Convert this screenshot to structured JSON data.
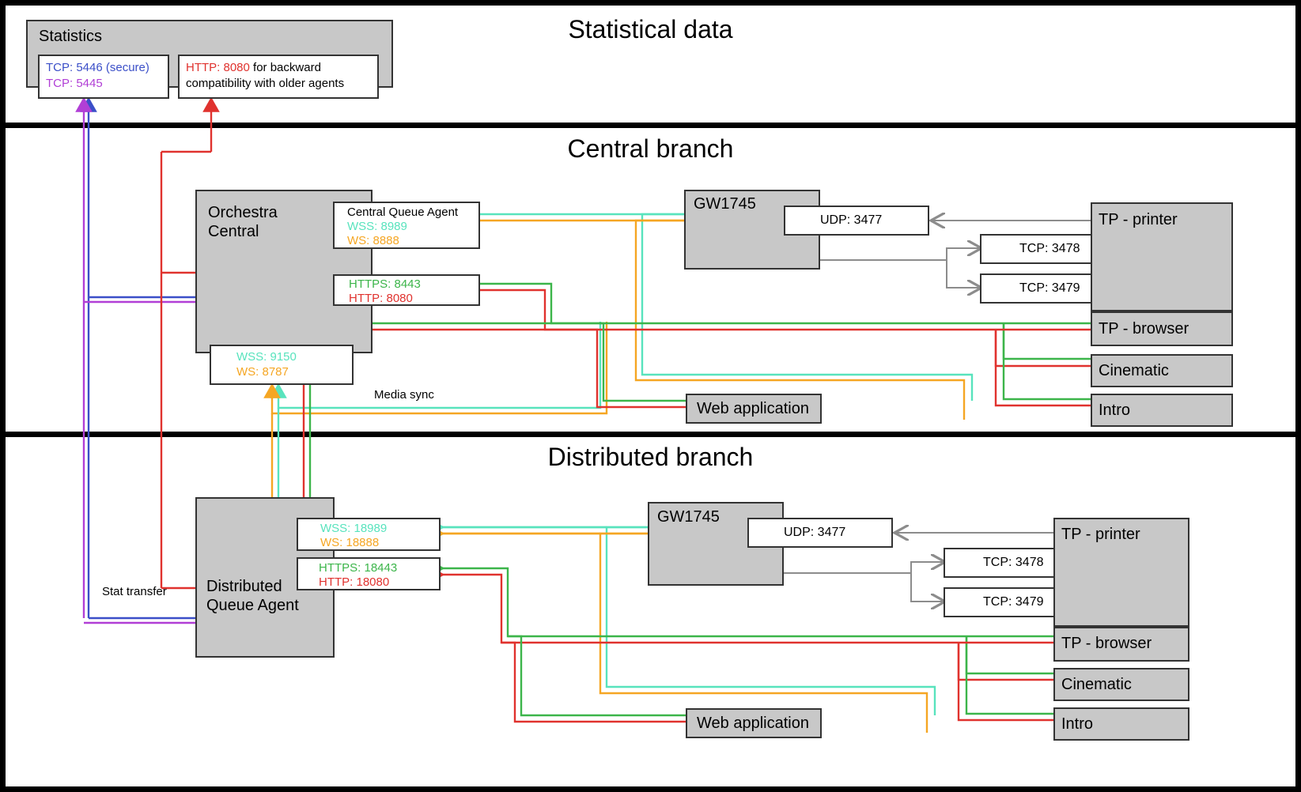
{
  "colors": {
    "blue": "#3b4fc8",
    "purple": "#b13fd6",
    "red": "#e0322e",
    "green": "#3cb54a",
    "orange": "#f5a623",
    "cyan": "#58e3bd",
    "gray_line": "#8c8c8c",
    "box_fill": "#c8c8c8",
    "box_border": "#333333",
    "frame": "#000000"
  },
  "panels": [
    {
      "id": "statistical",
      "title": "Statistical data"
    },
    {
      "id": "central",
      "title": "Central branch"
    },
    {
      "id": "distributed",
      "title": "Distributed branch"
    }
  ],
  "statistical": {
    "container_label": "Statistics",
    "port_boxes": [
      {
        "lines": [
          {
            "text": "TCP: 5446 (secure)",
            "color": "#3b4fc8"
          },
          {
            "text": "TCP: 5445",
            "color": "#b13fd6"
          }
        ]
      },
      {
        "lines": [
          {
            "text": "HTTP: 8080",
            "color": "#e0322e",
            "suffix": " for backward"
          },
          {
            "text": "compatibility with older agents",
            "color": "#000000"
          }
        ]
      }
    ]
  },
  "central": {
    "orchestra": {
      "line1": "Orchestra",
      "line2": "Central"
    },
    "queue_agent": {
      "title": "Central Queue Agent",
      "lines": [
        {
          "text": "WSS: 8989",
          "color": "#58e3bd"
        },
        {
          "text": "WS: 8888",
          "color": "#f5a623"
        }
      ]
    },
    "https_box": {
      "lines": [
        {
          "text": "HTTPS: 8443",
          "color": "#3cb54a"
        },
        {
          "text": "HTTP: 8080",
          "color": "#e0322e"
        }
      ]
    },
    "wss_box": {
      "lines": [
        {
          "text": "WSS: 9150",
          "color": "#58e3bd"
        },
        {
          "text": "WS: 8787",
          "color": "#f5a623"
        }
      ]
    },
    "gateway": "GW1745",
    "gw_ports": [
      {
        "text": "UDP: 3477"
      },
      {
        "text": "TCP: 3478"
      },
      {
        "text": "TCP: 3479"
      }
    ],
    "endpoints": [
      {
        "text": "TP - printer"
      },
      {
        "text": "TP - browser"
      },
      {
        "text": "Cinematic"
      },
      {
        "text": "Intro"
      }
    ],
    "web_application": "Web application",
    "media_sync_label": "Media sync"
  },
  "distributed": {
    "queue_agent": {
      "line1": "Distributed",
      "line2": "Queue Agent"
    },
    "ws_box": {
      "lines": [
        {
          "text": "WSS: 18989",
          "color": "#58e3bd"
        },
        {
          "text": "WS: 18888",
          "color": "#f5a623"
        }
      ]
    },
    "https_box": {
      "lines": [
        {
          "text": "HTTPS: 18443",
          "color": "#3cb54a"
        },
        {
          "text": "HTTP: 18080",
          "color": "#e0322e"
        }
      ]
    },
    "gateway": "GW1745",
    "gw_ports": [
      {
        "text": "UDP: 3477"
      },
      {
        "text": "TCP: 3478"
      },
      {
        "text": "TCP: 3479"
      }
    ],
    "endpoints": [
      {
        "text": "TP - printer"
      },
      {
        "text": "TP - browser"
      },
      {
        "text": "Cinematic"
      },
      {
        "text": "Intro"
      }
    ],
    "web_application": "Web application",
    "stat_transfer_label": "Stat transfer"
  }
}
